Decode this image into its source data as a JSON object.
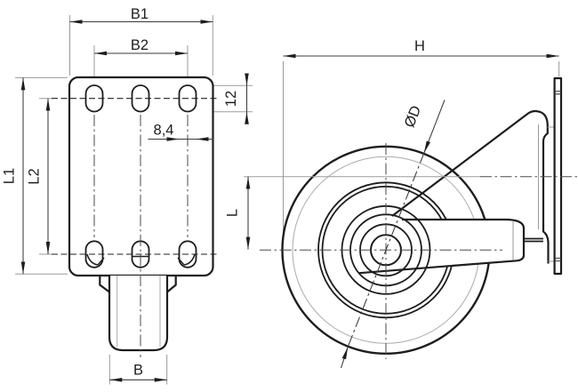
{
  "drawing": {
    "type": "technical-drawing",
    "subject": "swivel castor wheel with back mounting plate, two orthographic views",
    "colors": {
      "background": "#ffffff",
      "outline": "#1d1d1d",
      "dimension_line": "#3a3a3a",
      "extension_line": "#9b9b9b"
    },
    "front_view": {
      "name": "plate front view",
      "dims": {
        "plate_width": "B1",
        "hole_spacing_width": "B2",
        "slot_width": "8,4",
        "slot_length": "12",
        "plate_height": "L1",
        "hole_spacing_height": "L2",
        "wheel_width": "B"
      }
    },
    "side_view": {
      "name": "side view",
      "dims": {
        "overall_depth": "H",
        "axle_offset": "L",
        "wheel_diameter": "ØD"
      }
    }
  }
}
